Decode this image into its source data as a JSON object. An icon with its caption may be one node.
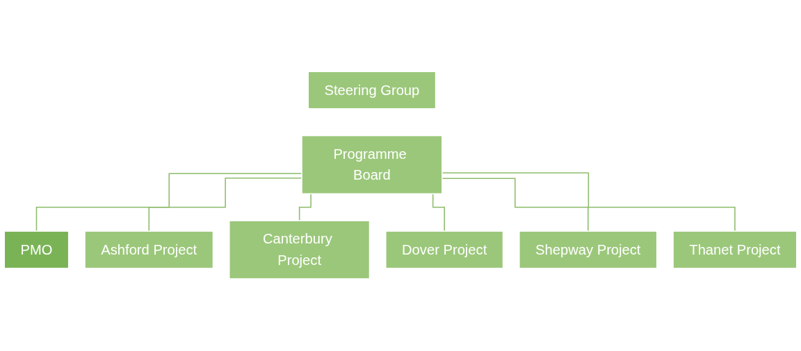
{
  "diagram": {
    "nodes": [
      {
        "text": [
          "Steering Group"
        ]
      },
      {
        "text": [
          "Programme Board"
        ]
      },
      {
        "text": [
          "PMO"
        ]
      },
      {
        "text": [
          "Ashford Project"
        ]
      },
      {
        "text": [
          "Canterbury Project"
        ]
      },
      {
        "text": [
          "Dover Project"
        ]
      },
      {
        "text": [
          "Shepway Project"
        ]
      },
      {
        "text": [
          "Thanet Project"
        ]
      }
    ],
    "edges": [
      {
        "from": 1,
        "to": 2,
        "arrow": "none"
      },
      {
        "from": 1,
        "to": 3,
        "arrow": "none"
      },
      {
        "from": 1,
        "to": 4,
        "arrow": "none"
      },
      {
        "from": 1,
        "to": 5,
        "arrow": "none"
      },
      {
        "from": 1,
        "to": 6,
        "arrow": "none"
      },
      {
        "from": 1,
        "to": 7,
        "arrow": "none"
      }
    ]
  }
}
